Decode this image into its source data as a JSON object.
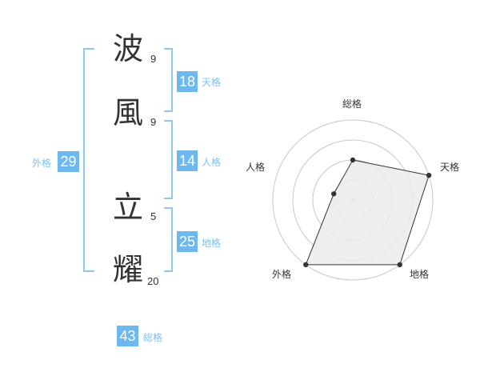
{
  "name": {
    "characters": [
      {
        "char": "波",
        "strokes": "9"
      },
      {
        "char": "風",
        "strokes": "9"
      },
      {
        "char": "立",
        "strokes": "5"
      },
      {
        "char": "耀",
        "strokes": "20"
      }
    ]
  },
  "fortunes": {
    "tenkaku": {
      "value": "18",
      "label": "天格"
    },
    "jinkaku": {
      "value": "14",
      "label": "人格"
    },
    "chikaku": {
      "value": "25",
      "label": "地格"
    },
    "gaikaku": {
      "value": "29",
      "label": "外格"
    },
    "soukaku": {
      "value": "43",
      "label": "総格"
    }
  },
  "chart_data": {
    "type": "radar",
    "axes": [
      "総格",
      "天格",
      "地格",
      "外格",
      "人格"
    ],
    "rings": 4,
    "max": 4,
    "values": [
      2,
      4,
      4,
      4,
      1
    ],
    "colors": {
      "fill": "#ebebeb",
      "stroke": "#333333",
      "grid": "#c8c8c8"
    }
  },
  "colors": {
    "accent": "#6cb8ef",
    "bracket": "#8cc8f0",
    "label": "#7ec0ee"
  }
}
